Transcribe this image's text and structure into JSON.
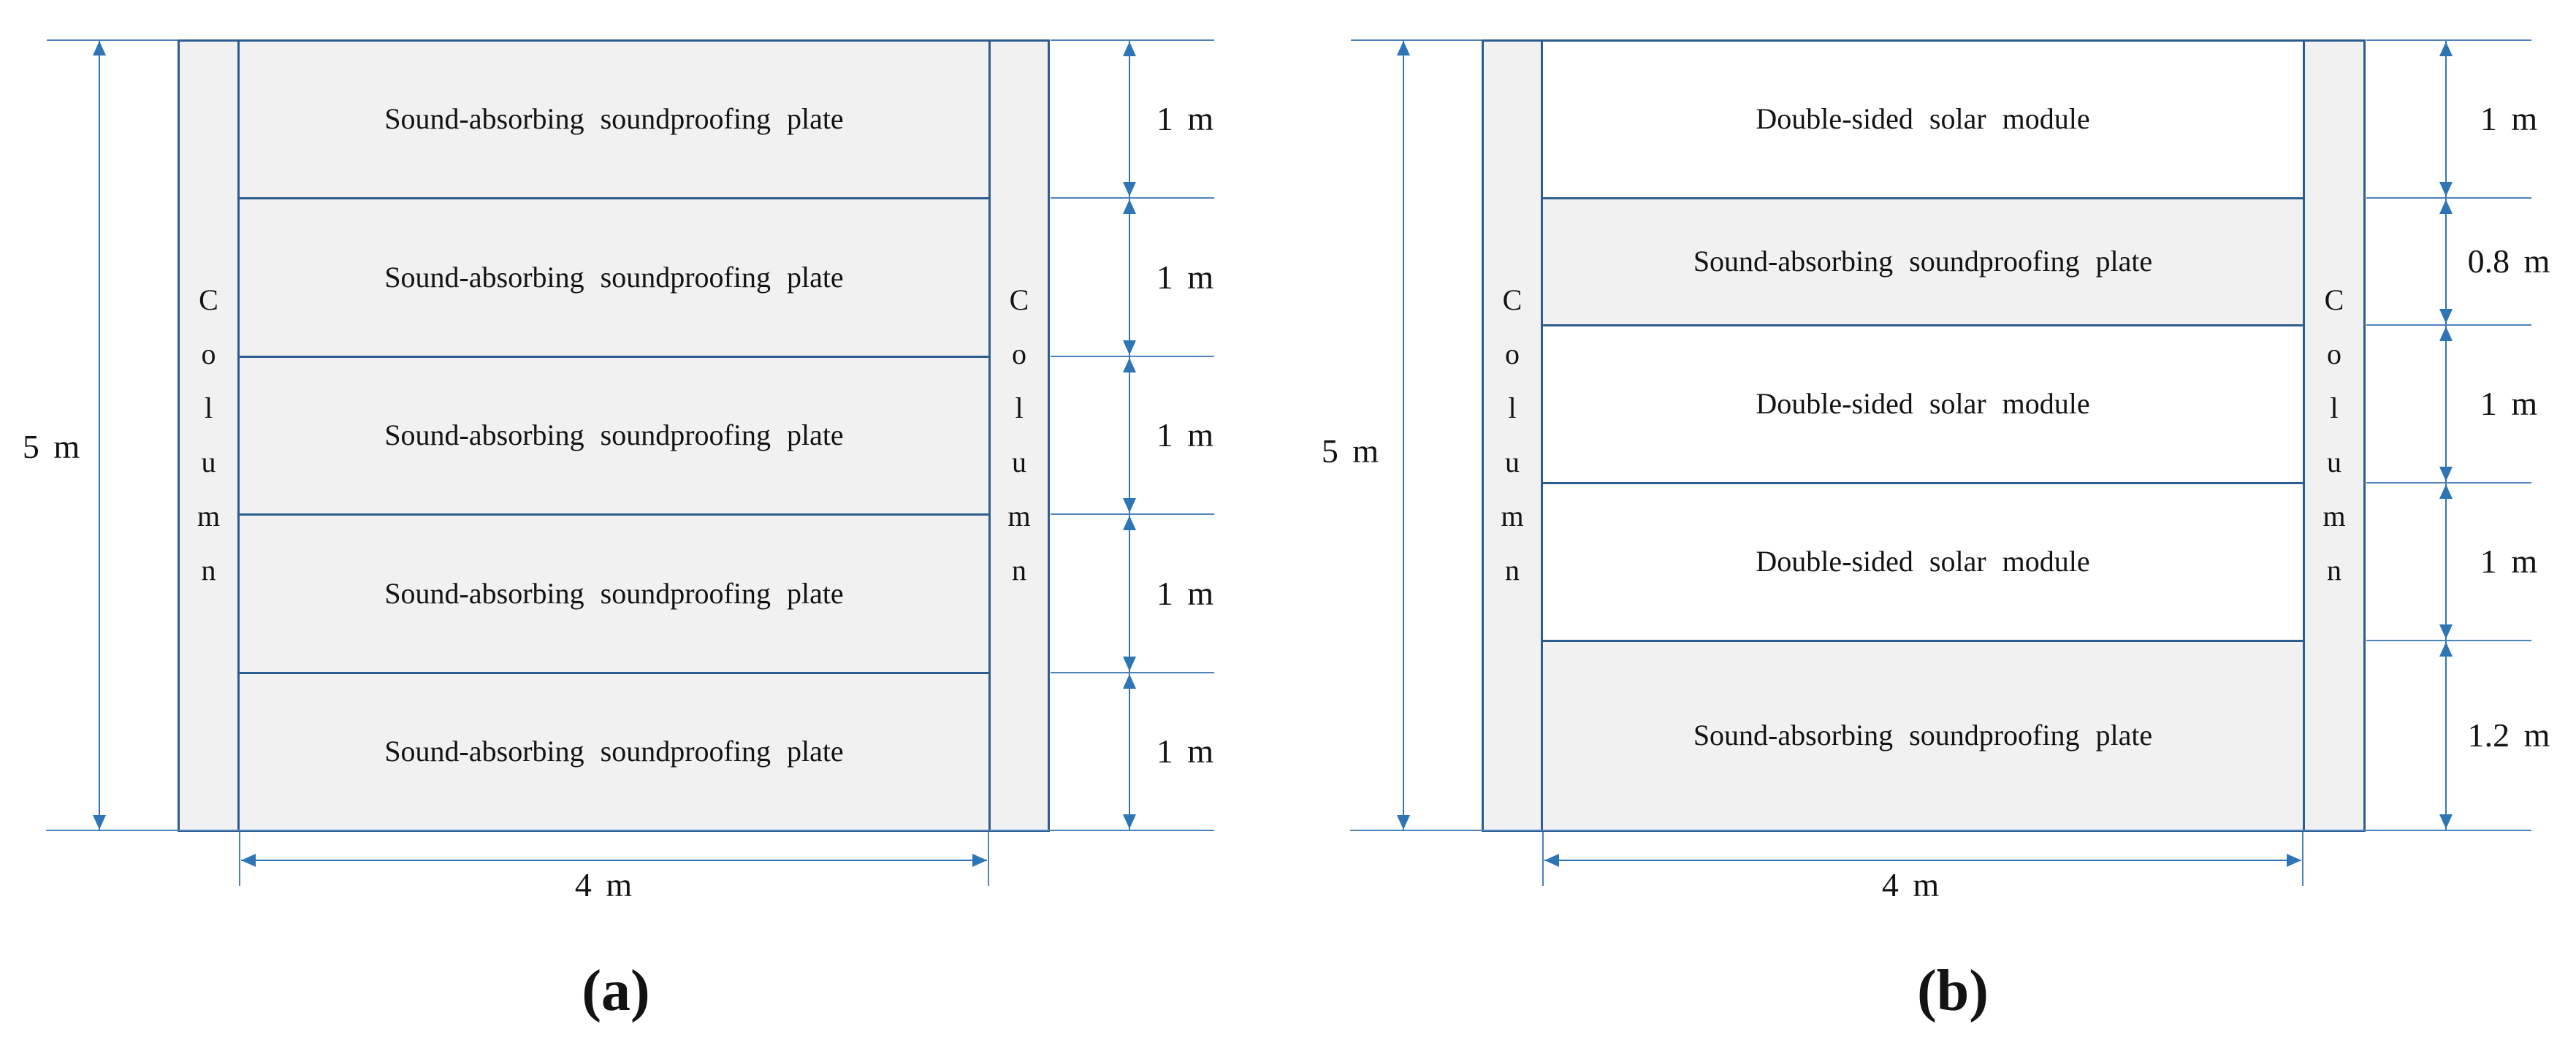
{
  "figure": {
    "colors": {
      "border_dark": "#2d5c8f",
      "line_light": "#4d82ba",
      "dimension_blue": "#2e75b6",
      "plate_fill": "#f1f1f1",
      "module_fill": "#ffffff",
      "text": "#131313"
    },
    "diagrams": [
      {
        "id": "a",
        "caption": "(a)",
        "height_label": "5 m",
        "width_label": "4 m",
        "column_label": "Column",
        "column_letters": [
          "C",
          "o",
          "l",
          "u",
          "m",
          "n"
        ],
        "rows": [
          {
            "label": "Sound-absorbing soundproofing plate",
            "material": "sound-absorbing-plate",
            "height_m": 1.0,
            "dim_label": "1 m"
          },
          {
            "label": "Sound-absorbing soundproofing plate",
            "material": "sound-absorbing-plate",
            "height_m": 1.0,
            "dim_label": "1 m"
          },
          {
            "label": "Sound-absorbing soundproofing plate",
            "material": "sound-absorbing-plate",
            "height_m": 1.0,
            "dim_label": "1 m"
          },
          {
            "label": "Sound-absorbing soundproofing plate",
            "material": "sound-absorbing-plate",
            "height_m": 1.0,
            "dim_label": "1 m"
          },
          {
            "label": "Sound-absorbing soundproofing plate",
            "material": "sound-absorbing-plate",
            "height_m": 1.0,
            "dim_label": "1 m"
          }
        ]
      },
      {
        "id": "b",
        "caption": "(b)",
        "height_label": "5 m",
        "width_label": "4 m",
        "column_label": "Column",
        "column_letters": [
          "C",
          "o",
          "l",
          "u",
          "m",
          "n"
        ],
        "rows": [
          {
            "label": "Double-sided solar module",
            "material": "solar-module",
            "height_m": 1.0,
            "dim_label": "1 m"
          },
          {
            "label": "Sound-absorbing soundproofing plate",
            "material": "sound-absorbing-plate",
            "height_m": 0.8,
            "dim_label": "0.8 m"
          },
          {
            "label": "Double-sided solar module",
            "material": "solar-module",
            "height_m": 1.0,
            "dim_label": "1 m"
          },
          {
            "label": "Double-sided solar module",
            "material": "solar-module",
            "height_m": 1.0,
            "dim_label": "1 m"
          },
          {
            "label": "Sound-absorbing soundproofing plate",
            "material": "sound-absorbing-plate",
            "height_m": 1.2,
            "dim_label": "1.2 m"
          }
        ]
      }
    ]
  }
}
